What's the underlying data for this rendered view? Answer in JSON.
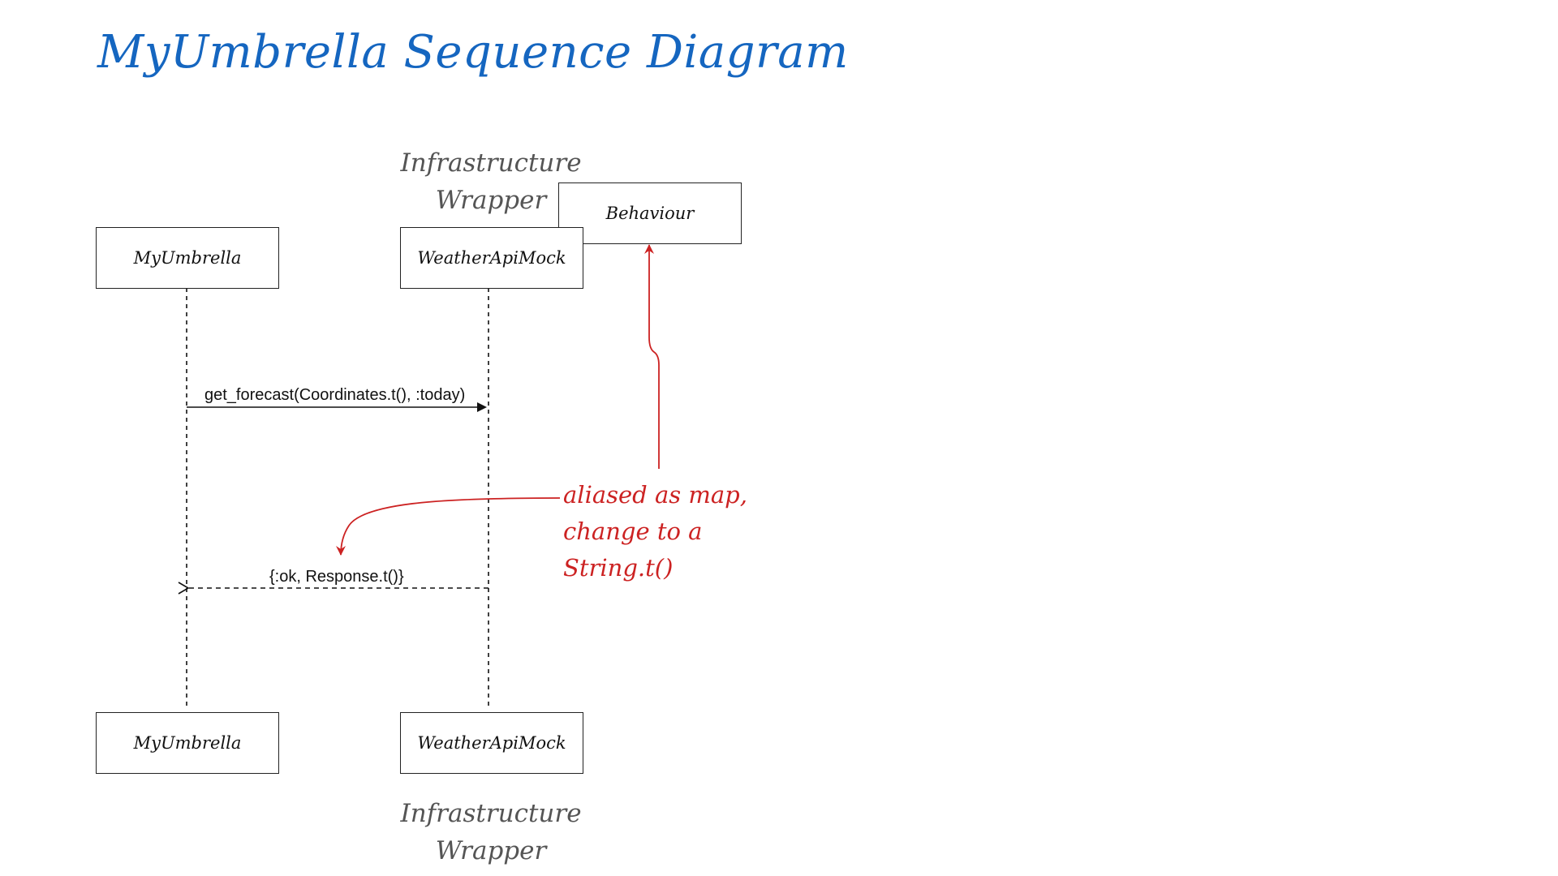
{
  "title": "MyUmbrella Sequence Diagram",
  "participants": {
    "my_umbrella": "MyUmbrella",
    "weather_api_mock": "WeatherApiMock"
  },
  "behaviour_label": "Behaviour",
  "infrastructure_caption": {
    "line1": "Infrastructure",
    "line2": "Wrapper"
  },
  "messages": {
    "request": "get_forecast(Coordinates.t(), :today)",
    "response": "{:ok, Response.t()}"
  },
  "annotation": {
    "line1": "aliased as map,",
    "line2": "change to a",
    "line3": "String.t()"
  },
  "colors": {
    "title": "#1566c0",
    "annotation": "#cc2222",
    "caption": "#555555",
    "ink": "#222222"
  }
}
